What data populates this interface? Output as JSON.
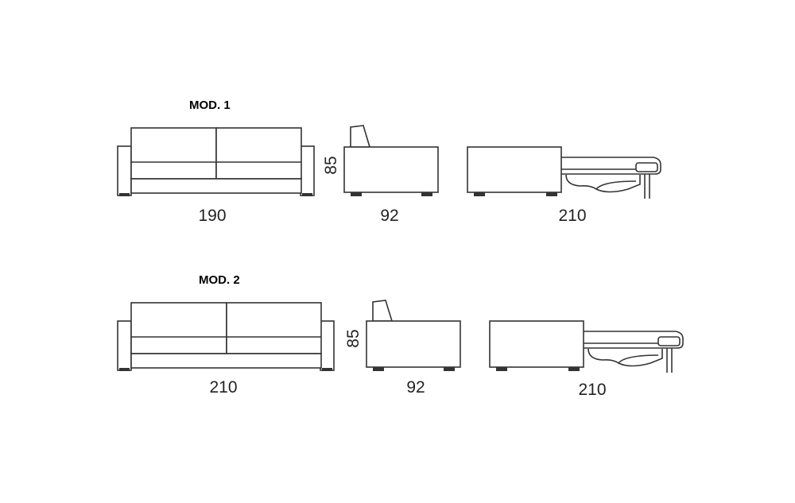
{
  "models": [
    {
      "title": "MOD. 1",
      "front_width": "190",
      "side_depth": "92",
      "side_height": "85",
      "bed_length": "210"
    },
    {
      "title": "MOD. 2",
      "front_width": "210",
      "side_depth": "92",
      "side_height": "85",
      "bed_length": "210"
    }
  ],
  "colors": {
    "line": "#333333",
    "background": "#ffffff",
    "text": "#222222"
  },
  "icons": [
    "sofa-front-view",
    "sofa-side-view",
    "sofa-bed-open-view"
  ]
}
